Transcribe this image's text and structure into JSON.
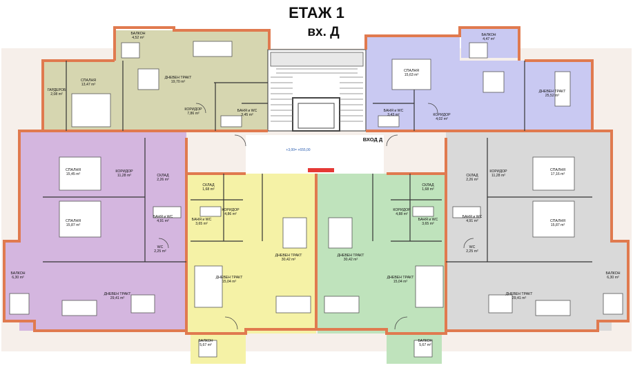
{
  "floor": {
    "title": "ЕТАЖ 1",
    "subtitle": "вх. Д"
  },
  "entrance": {
    "label": "ВХОД Д",
    "level": "+3,00= +655,00"
  },
  "colors": {
    "wall": "#e07a4f",
    "olive": "#d6d6b0",
    "blue": "#c9c9f2",
    "purple": "#d4b6df",
    "gray": "#d9d9d9",
    "yellow": "#f5f2a6",
    "green": "#bfe3bc",
    "stairs": "#ffffff",
    "exterior": "#f3e9e4"
  },
  "rooms": [
    {
      "id": "r1",
      "name": "БАЛКОН",
      "area": "4,52 m²"
    },
    {
      "id": "r2",
      "name": "СПАЛНЯ",
      "area": "13,47 m²"
    },
    {
      "id": "r3",
      "name": "ГАРДЕРОБ",
      "area": "2,08 m²"
    },
    {
      "id": "r4",
      "name": "ДНЕВЕН ТРАКТ",
      "area": "19,70 m²"
    },
    {
      "id": "r5",
      "name": "КОРИДОР",
      "area": "7,86 m²"
    },
    {
      "id": "r6",
      "name": "БАНЯ и WC",
      "area": "3,45 m²"
    },
    {
      "id": "r7",
      "name": "СПАЛНЯ",
      "area": "15,63 m²"
    },
    {
      "id": "r8",
      "name": "БАНЯ и WC",
      "area": "3,43 m²"
    },
    {
      "id": "r9",
      "name": "КОРИДОР",
      "area": "4,02 m²"
    },
    {
      "id": "r10",
      "name": "БАЛКОН",
      "area": "4,47 m²"
    },
    {
      "id": "r11",
      "name": "ДНЕВЕН ТРАКТ",
      "area": "25,52 m²"
    },
    {
      "id": "r12",
      "name": "СПАЛНЯ",
      "area": "15,45 m²"
    },
    {
      "id": "r13",
      "name": "КОРИДОР",
      "area": "11,28 m²"
    },
    {
      "id": "r14",
      "name": "СКЛАД",
      "area": "2,26 m²"
    },
    {
      "id": "r15",
      "name": "СПАЛНЯ",
      "area": "15,87 m²"
    },
    {
      "id": "r16",
      "name": "БАНЯ и WC",
      "area": "4,91 m²"
    },
    {
      "id": "r17",
      "name": "WC",
      "area": "2,25 m²"
    },
    {
      "id": "r18",
      "name": "БАЛКОН",
      "area": "6,30 m²"
    },
    {
      "id": "r19",
      "name": "ДНЕВЕН ТРАКТ",
      "area": "29,41 m²"
    },
    {
      "id": "r20",
      "name": "СКЛАД",
      "area": "1,68 m²"
    },
    {
      "id": "r21",
      "name": "КОРИДОР",
      "area": "4,86 m²"
    },
    {
      "id": "r22",
      "name": "БАНЯ и WC",
      "area": "3,65 m²"
    },
    {
      "id": "r23",
      "name": "ДНЕВЕН ТРАКТ",
      "area": "15,04 m²"
    },
    {
      "id": "r24",
      "name": "ДНЕВЕН ТРАКТ",
      "area": "30,42 m²"
    },
    {
      "id": "r25",
      "name": "БАЛКОН",
      "area": "5,67 m²"
    },
    {
      "id": "r26",
      "name": "ДНЕВЕН ТРАКТ",
      "area": "30,42 m²"
    },
    {
      "id": "r27",
      "name": "СКЛАД",
      "area": "1,68 m²"
    },
    {
      "id": "r28",
      "name": "КОРИДОР",
      "area": "4,88 m²"
    },
    {
      "id": "r29",
      "name": "БАНЯ и WC",
      "area": "3,65 m²"
    },
    {
      "id": "r30",
      "name": "ДНЕВЕН ТРАКТ",
      "area": "15,04 m²"
    },
    {
      "id": "r31",
      "name": "БАЛКОН",
      "area": "5,67 m²"
    },
    {
      "id": "r32",
      "name": "КОРИДОР",
      "area": "11,28 m²"
    },
    {
      "id": "r33",
      "name": "СКЛАД",
      "area": "2,26 m²"
    },
    {
      "id": "r34",
      "name": "СПАЛНЯ",
      "area": "17,16 m²"
    },
    {
      "id": "r35",
      "name": "СПАЛНЯ",
      "area": "15,87 m²"
    },
    {
      "id": "r36",
      "name": "БАНЯ и WC",
      "area": "4,91 m²"
    },
    {
      "id": "r37",
      "name": "WC",
      "area": "2,25 m²"
    },
    {
      "id": "r38",
      "name": "БАЛКОН",
      "area": "6,30 m²"
    },
    {
      "id": "r39",
      "name": "ДНЕВЕН ТРАКТ",
      "area": "29,41 m²"
    }
  ]
}
